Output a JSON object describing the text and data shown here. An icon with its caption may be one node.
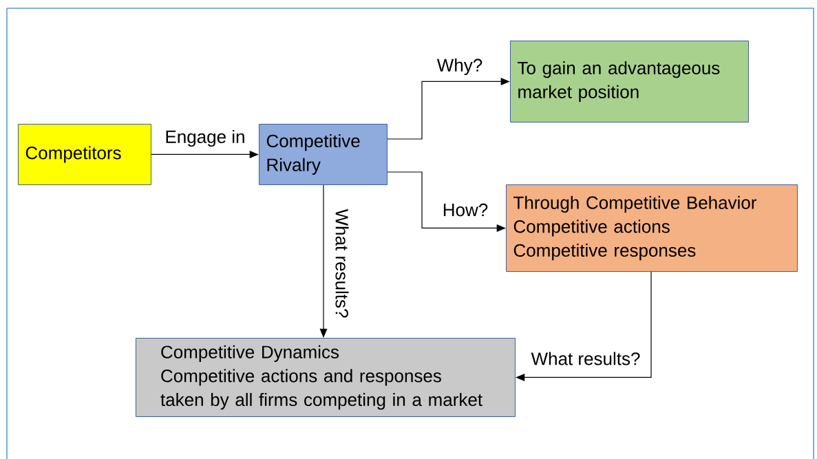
{
  "diagram": {
    "nodes": [
      {
        "text": [
          "Competitors"
        ]
      },
      {
        "text": [
          "Competitive Rivalry"
        ]
      },
      {
        "text": [
          "To gain an advantageous market position"
        ]
      },
      {
        "text": [
          "Through Competitive Behavior",
          "Competitive actions",
          "Competitive responses"
        ]
      },
      {
        "text": [
          "Competitive Dynamics",
          "Competitive actions and responses taken by all firms competing in a market"
        ]
      }
    ],
    "edges": [
      {
        "from": 0,
        "to": 1,
        "arrow": "to",
        "label": "Engage in"
      },
      {
        "from": 1,
        "to": 2,
        "arrow": "to",
        "label": "Why?"
      },
      {
        "from": 1,
        "to": 3,
        "arrow": "to",
        "label": "How?"
      },
      {
        "from": 1,
        "to": 4,
        "arrow": "to",
        "label": "What results?"
      },
      {
        "from": 3,
        "to": 4,
        "arrow": "to",
        "label": "What results?"
      }
    ]
  }
}
